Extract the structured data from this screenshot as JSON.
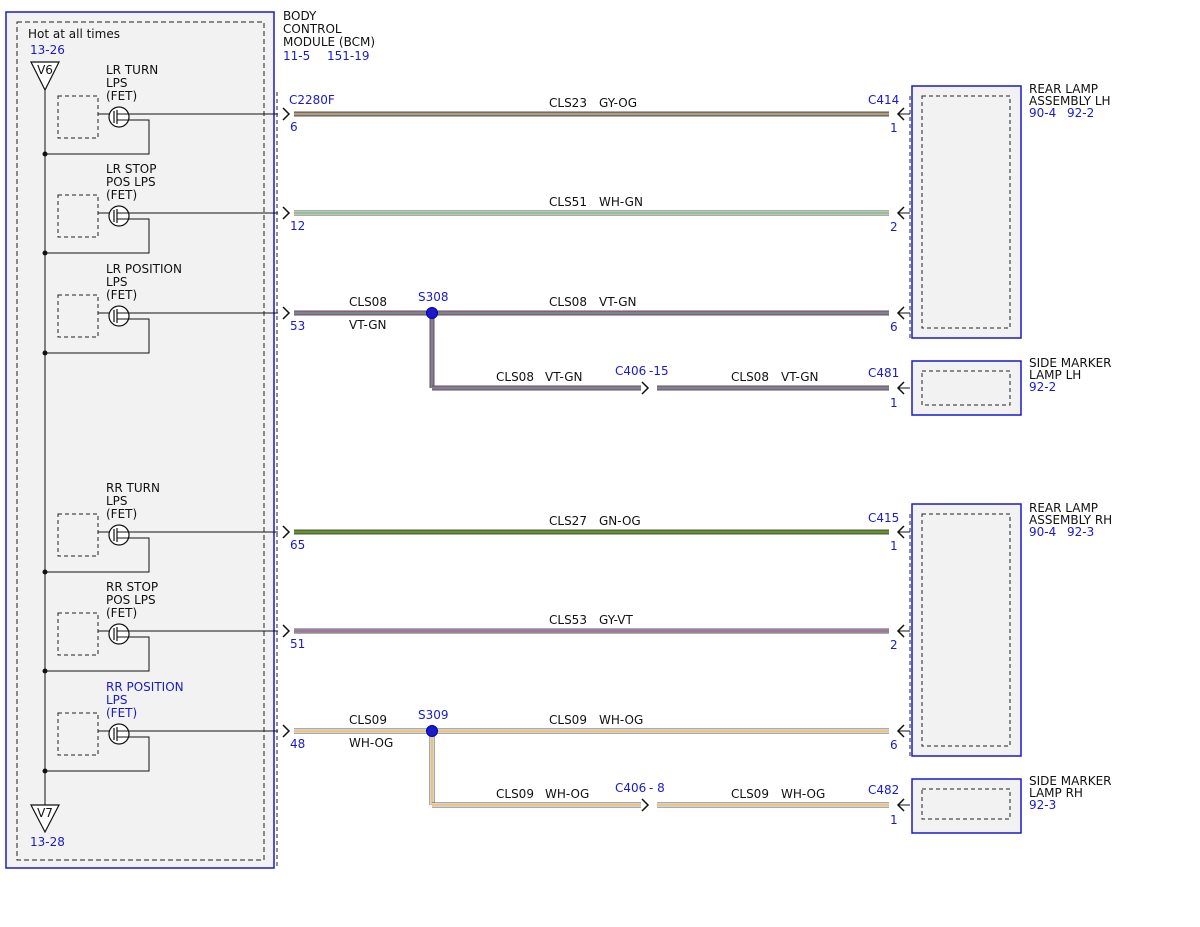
{
  "hot_label": "Hot at all times",
  "power_in": {
    "symbol": "V6",
    "ref": "13-26"
  },
  "power_out": {
    "symbol": "V7",
    "ref": "13-28"
  },
  "bcm": {
    "name_lines": [
      "BODY",
      "CONTROL",
      "MODULE (BCM)"
    ],
    "refs": [
      "11-5",
      "151-19"
    ],
    "connector": "C2280F"
  },
  "fets": [
    {
      "lines": [
        "LR TURN",
        "LPS",
        "(FET)"
      ],
      "highlight": false
    },
    {
      "lines": [
        "LR STOP",
        "POS LPS",
        "(FET)"
      ],
      "highlight": false
    },
    {
      "lines": [
        "LR POSITION",
        "LPS",
        "(FET)"
      ],
      "highlight": false
    },
    {
      "lines": [
        "RR TURN",
        "LPS",
        "(FET)"
      ],
      "highlight": false
    },
    {
      "lines": [
        "RR STOP",
        "POS LPS",
        "(FET)"
      ],
      "highlight": false
    },
    {
      "lines": [
        "RR POSITION",
        "LPS",
        "(FET)"
      ],
      "highlight": true
    }
  ],
  "circuits": [
    {
      "bcm_pin": "6",
      "circuit": "CLS23",
      "color_code": "GY-OG",
      "wire_colors": [
        "#8b7355",
        "#bfb8a8"
      ],
      "end_pin": "1",
      "end_connector": "C414"
    },
    {
      "bcm_pin": "12",
      "circuit": "CLS51",
      "color_code": "WH-GN",
      "wire_colors": [
        "#e8e8e8",
        "#5aaa5a"
      ],
      "end_pin": "2",
      "end_connector": ""
    },
    {
      "bcm_pin": "53",
      "circuit": "CLS08",
      "color_code": "VT-GN",
      "wire_colors": [
        "#9b5aa8",
        "#5aaa5a"
      ],
      "end_pin": "6",
      "end_connector": "",
      "left_circuit": "CLS08",
      "left_color_code": "VT-GN",
      "splice": "S308"
    },
    {
      "bcm_pin": "65",
      "circuit": "CLS27",
      "color_code": "GN-OG",
      "wire_colors": [
        "#2d8a2d",
        "#b5852a"
      ],
      "end_pin": "1",
      "end_connector": "C415"
    },
    {
      "bcm_pin": "51",
      "circuit": "CLS53",
      "color_code": "GY-VT",
      "wire_colors": [
        "#a8a0a0",
        "#9b5aa8"
      ],
      "end_pin": "2",
      "end_connector": ""
    },
    {
      "bcm_pin": "48",
      "circuit": "CLS09",
      "color_code": "WH-OG",
      "wire_colors": [
        "#ffffff",
        "#e8a030"
      ],
      "end_pin": "6",
      "end_connector": "",
      "left_circuit": "CLS09",
      "left_color_code": "WH-OG",
      "splice": "S309"
    }
  ],
  "branches": [
    {
      "left_circuit": "CLS08",
      "left_color_code": "VT-GN",
      "inline_connector": "C406",
      "inline_pin": "-15",
      "right_circuit": "CLS08",
      "right_color_code": "VT-GN",
      "end_connector": "C481",
      "end_pin": "1",
      "wire_colors": [
        "#9b5aa8",
        "#5aaa5a"
      ]
    },
    {
      "left_circuit": "CLS09",
      "left_color_code": "WH-OG",
      "inline_connector": "C406",
      "inline_pin": "- 8",
      "right_circuit": "CLS09",
      "right_color_code": "WH-OG",
      "end_connector": "C482",
      "end_pin": "1",
      "wire_colors": [
        "#ffffff",
        "#e8a030"
      ]
    }
  ],
  "components": [
    {
      "lines": [
        "REAR LAMP",
        "ASSEMBLY LH"
      ],
      "refs": [
        "90-4",
        "92-2"
      ]
    },
    {
      "lines": [
        "SIDE MARKER",
        "LAMP LH"
      ],
      "refs": [
        "92-2"
      ]
    },
    {
      "lines": [
        "REAR LAMP",
        "ASSEMBLY RH"
      ],
      "refs": [
        "90-4",
        "92-3"
      ]
    },
    {
      "lines": [
        "SIDE MARKER",
        "LAMP RH"
      ],
      "refs": [
        "92-3"
      ]
    }
  ]
}
